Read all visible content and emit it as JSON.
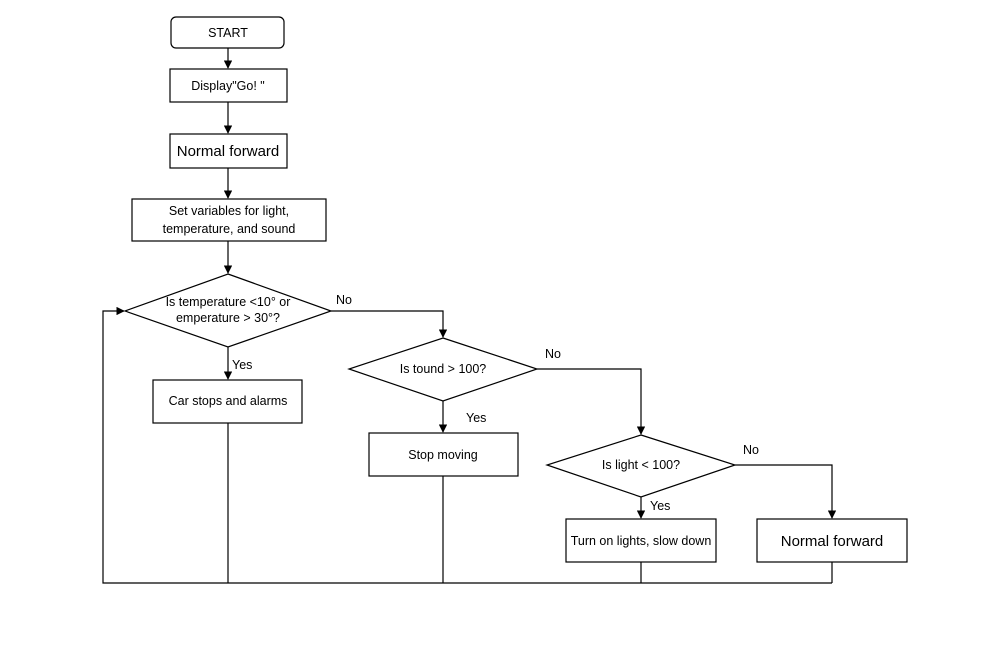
{
  "nodes": {
    "start": "START",
    "display_go": "Display\"Go!  \"",
    "normal_forward_1": "Normal forward",
    "set_variables_line1": "Set variables for light,",
    "set_variables_line2": "temperature, and sound",
    "temp_check_line1": "Is temperature <10° or",
    "temp_check_line2": "emperature > 30°?",
    "car_stops": "Car stops and alarms",
    "sound_check": "Is tound > 100?",
    "stop_moving": "Stop moving",
    "light_check": "Is  light < 100?",
    "turn_on_lights": "Turn on lights, slow down",
    "normal_forward_2": "Normal forward"
  },
  "edge_labels": {
    "temp_no": "No",
    "temp_yes": "Yes",
    "sound_no": "No",
    "sound_yes": "Yes",
    "light_no": "No",
    "light_yes": "Yes"
  }
}
